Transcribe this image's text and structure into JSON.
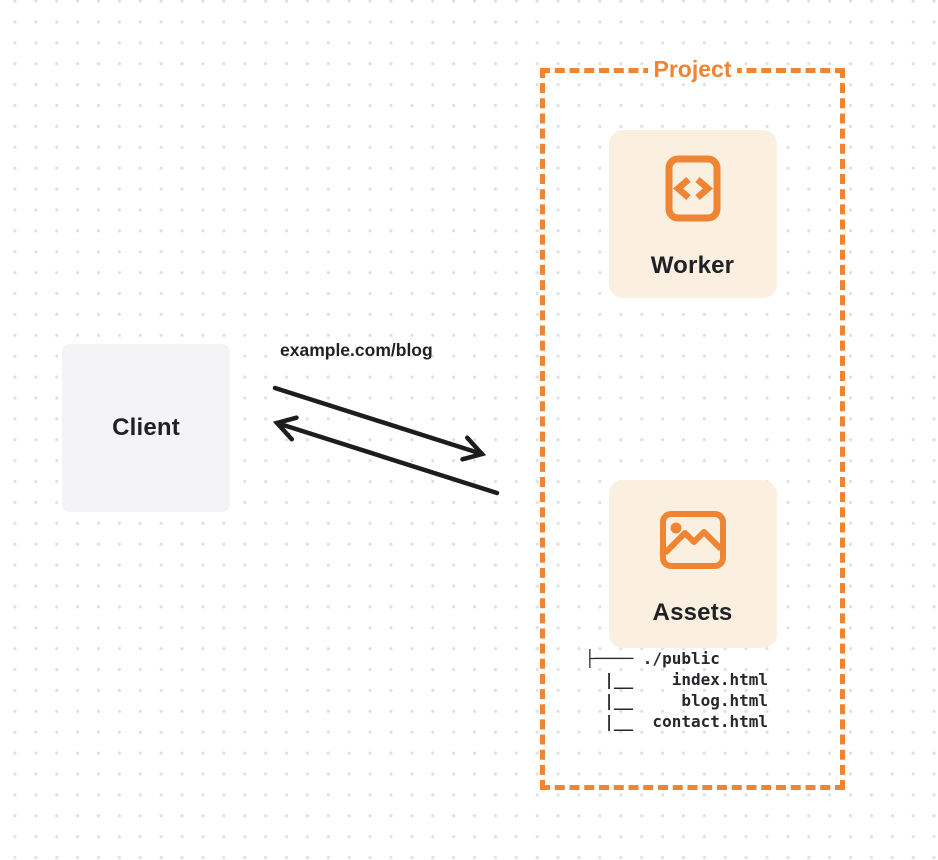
{
  "theme": {
    "accent": "#EF8433",
    "card_background": "#FBF0DF",
    "client_background": "#F4F4F6",
    "text_dark": "#1F2126",
    "arrow_color": "#1D1D1D",
    "dot_color": "#E1E1E3"
  },
  "client": {
    "label": "Client"
  },
  "request": {
    "url_label": "example.com/blog"
  },
  "project": {
    "label": "Project",
    "worker": {
      "label": "Worker",
      "icon": "code-file-icon"
    },
    "assets": {
      "label": "Assets",
      "icon": "picture-icon",
      "file_tree": "├──── ./public\n  |__    index.html\n  |__     blog.html\n  |__  contact.html"
    }
  }
}
